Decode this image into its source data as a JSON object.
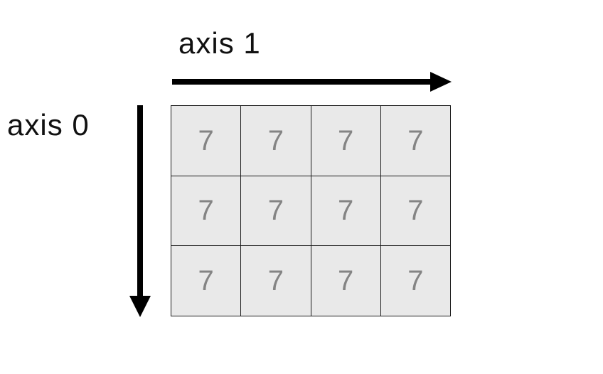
{
  "diagram": {
    "axis1_label": "axis 1",
    "axis0_label": "axis 0",
    "grid": {
      "rows": 3,
      "cols": 4,
      "values": [
        [
          "7",
          "7",
          "7",
          "7"
        ],
        [
          "7",
          "7",
          "7",
          "7"
        ],
        [
          "7",
          "7",
          "7",
          "7"
        ]
      ]
    },
    "colors": {
      "background": "#ffffff",
      "cell_fill": "#e9e9e9",
      "grid_border": "#1a1a1a",
      "cell_value_text": "#848484",
      "axis_arrow": "#000000",
      "axis_label_text": "#111111"
    }
  }
}
